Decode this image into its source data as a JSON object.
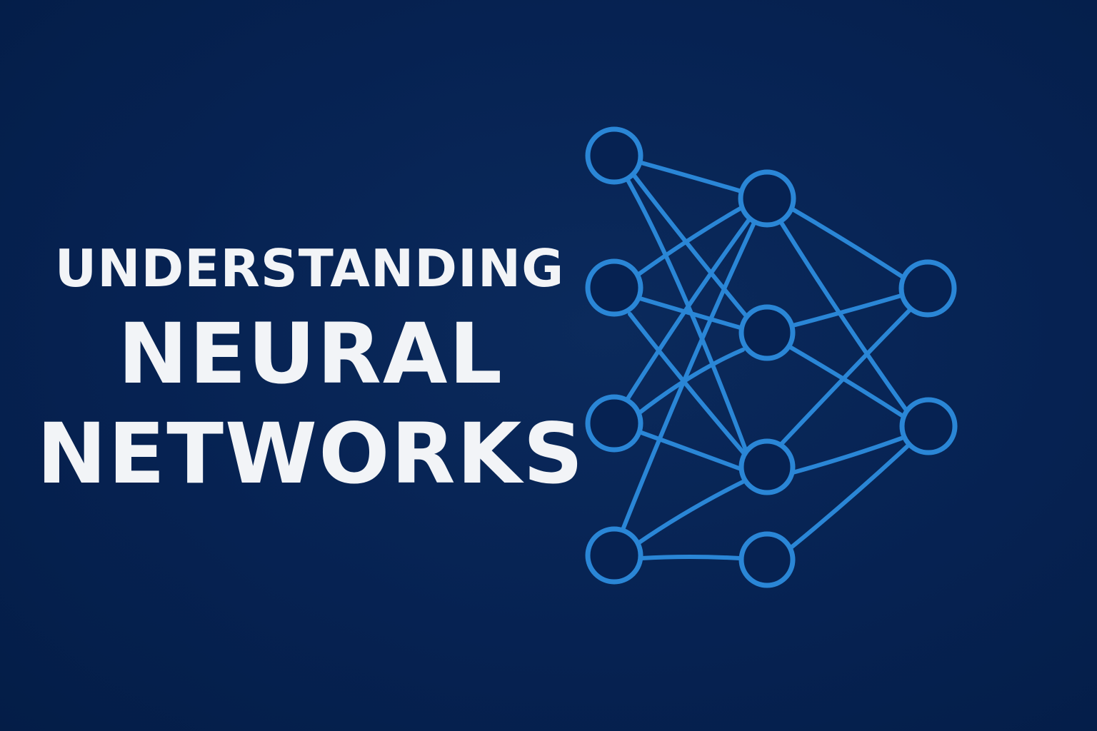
{
  "title": {
    "line1": "UNDERSTANDING",
    "line2": "NEURAL",
    "line3": "NETWORKS"
  },
  "colors": {
    "background": "#062252",
    "text": "#f2f4f7",
    "network": "#2a86d6"
  },
  "illustration": {
    "icon": "neural-network-icon"
  }
}
